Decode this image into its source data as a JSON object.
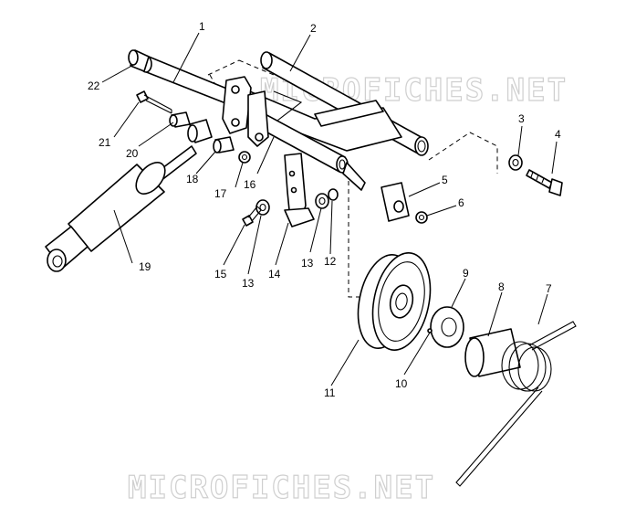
{
  "watermark": "MICROFICHES.NET",
  "callouts": [
    {
      "id": "c1",
      "label": "1"
    },
    {
      "id": "c2",
      "label": "2"
    },
    {
      "id": "c3",
      "label": "3"
    },
    {
      "id": "c4",
      "label": "4"
    },
    {
      "id": "c5",
      "label": "5"
    },
    {
      "id": "c6",
      "label": "6"
    },
    {
      "id": "c7",
      "label": "7"
    },
    {
      "id": "c8",
      "label": "8"
    },
    {
      "id": "c9",
      "label": "9"
    },
    {
      "id": "c10",
      "label": "10"
    },
    {
      "id": "c11",
      "label": "11"
    },
    {
      "id": "c12",
      "label": "12"
    },
    {
      "id": "c13a",
      "label": "13"
    },
    {
      "id": "c13b",
      "label": "13"
    },
    {
      "id": "c14",
      "label": "14"
    },
    {
      "id": "c15",
      "label": "15"
    },
    {
      "id": "c16",
      "label": "16"
    },
    {
      "id": "c17",
      "label": "17"
    },
    {
      "id": "c18",
      "label": "18"
    },
    {
      "id": "c19",
      "label": "19"
    },
    {
      "id": "c20",
      "label": "20"
    },
    {
      "id": "c21",
      "label": "21"
    },
    {
      "id": "c22",
      "label": "22"
    }
  ]
}
